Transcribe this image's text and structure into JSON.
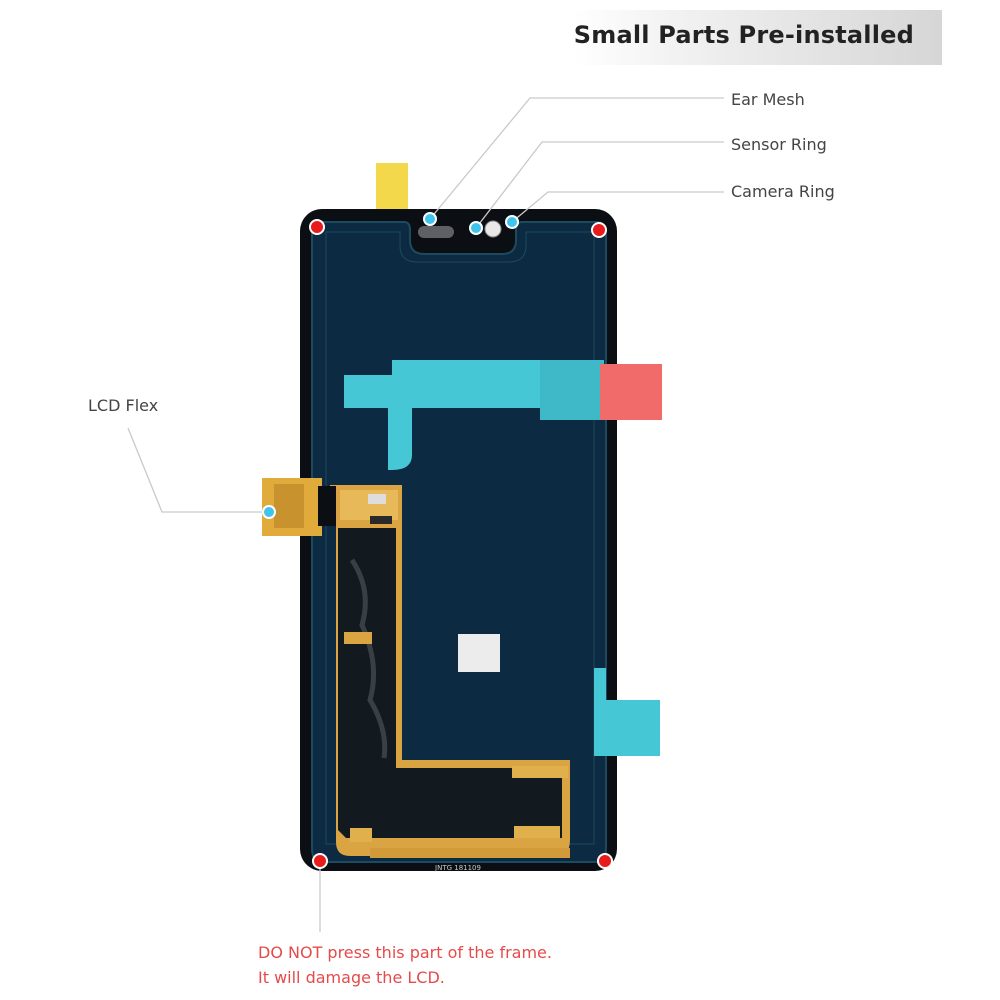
{
  "banner": {
    "title": "Small Parts Pre-installed"
  },
  "callouts": {
    "ear_mesh": "Ear Mesh",
    "sensor_ring": "Sensor Ring",
    "camera_ring": "Camera Ring",
    "lcd_flex": "LCD Flex"
  },
  "warning": {
    "line1": "DO NOT press this part of the frame.",
    "line2": "It will damage the LCD."
  },
  "product": {
    "serial_label": "JNTG 181109"
  },
  "colors": {
    "screen": "#0c2a42",
    "flex_cyan": "#46c7d6",
    "tape_red": "#f26b6b",
    "caution_dot": "#e81c1c",
    "callout_dot": "#3fc4ec",
    "warning_text": "#e64a4a"
  }
}
